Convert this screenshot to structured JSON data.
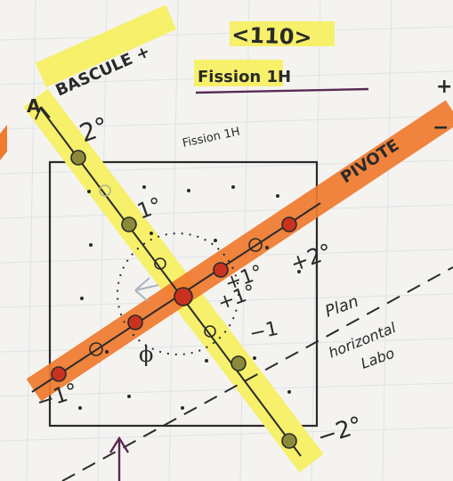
{
  "title": {
    "direction": "<110>",
    "main": "Fission 1H",
    "small": "Fission 1H"
  },
  "axes": {
    "tilt_label": "BASCULE +",
    "tilt_arrow": "A",
    "rotate_label": "PIVOTE",
    "rotate_plus": "+",
    "rotate_minus": "−"
  },
  "angles": {
    "tilt_top": "2°",
    "tilt_1": "1°",
    "tilt_m1": "−1",
    "tilt_bottom": "−2°",
    "rot_2": "+2°",
    "rot_1": "+1°",
    "rot_1b": "+1°",
    "rot_m1": "−1°",
    "phi": "ϕ"
  },
  "note": {
    "line1": "Plan",
    "line2": "horizontal",
    "line3": "Labo"
  },
  "colors": {
    "highlight_yellow": "#f6f06a",
    "highlight_orange": "#f07a2e",
    "highlight_orange_dark": "#e55a1c",
    "ink": "#2a2a2a",
    "marker_red": "#c8321e",
    "arrow_purple": "#5a2a55",
    "grid": "#d9dde4"
  }
}
